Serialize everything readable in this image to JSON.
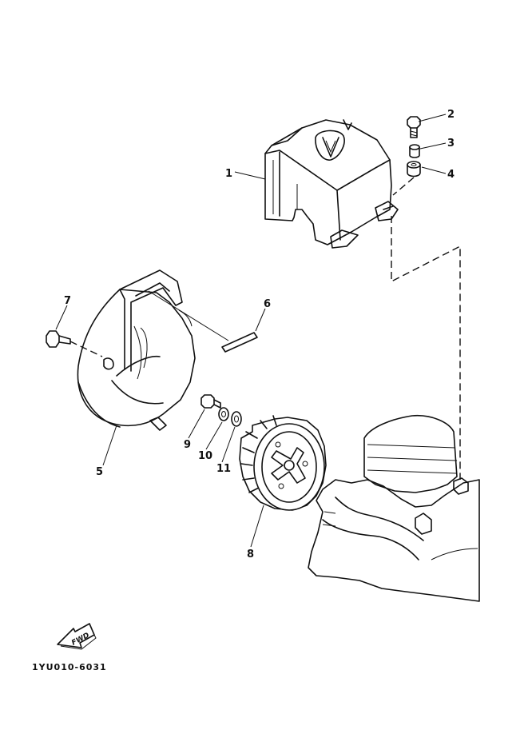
{
  "diagram": {
    "code": "1YU010-6031",
    "fwd_label": "FWD",
    "callouts": [
      {
        "id": "p1",
        "label": "1"
      },
      {
        "id": "p2",
        "label": "2"
      },
      {
        "id": "p3",
        "label": "3"
      },
      {
        "id": "p4",
        "label": "4"
      },
      {
        "id": "p5",
        "label": "5"
      },
      {
        "id": "p6",
        "label": "6"
      },
      {
        "id": "p7",
        "label": "7"
      },
      {
        "id": "p8",
        "label": "8"
      },
      {
        "id": "p9",
        "label": "9"
      },
      {
        "id": "p10",
        "label": "10"
      },
      {
        "id": "p11",
        "label": "11"
      }
    ]
  }
}
